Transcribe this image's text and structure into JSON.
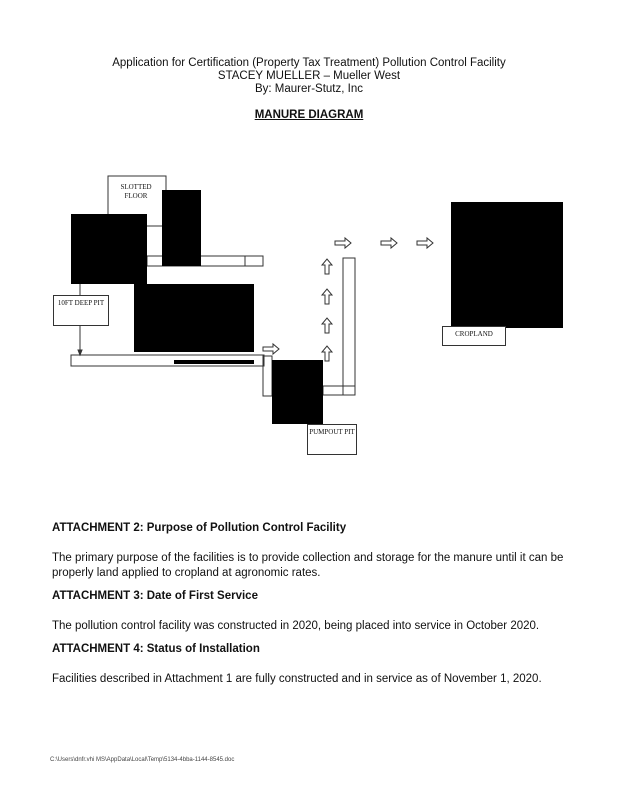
{
  "header": {
    "line1": "Application for Certification (Property Tax Treatment) Pollution Control Facility",
    "line2": "STACEY MUELLER – Mueller West",
    "line3": "By: Maurer-Stutz, Inc"
  },
  "diagram": {
    "title": "MANURE DIAGRAM",
    "labels": {
      "slotted_floor": "SLOTTED FLOOR",
      "deep_pit": "10FT DEEP PIT",
      "pumpout_pit": "PUMPOUT PIT",
      "cropland": "CROPLAND"
    }
  },
  "sections": [
    {
      "heading": "ATTACHMENT 2: Purpose of Pollution Control Facility",
      "body": "The primary purpose of the facilities is to provide collection and storage for the manure until it can be properly land applied to cropland at agronomic rates."
    },
    {
      "heading": "ATTACHMENT 3: Date of First Service",
      "body": "The pollution control facility was constructed in 2020, being placed into service in October 2020."
    },
    {
      "heading": "ATTACHMENT 4: Status of Installation",
      "body": "Facilities described in Attachment 1 are fully constructed and in service as of November 1, 2020."
    }
  ],
  "footer": "C:\\Users\\dnfr.vhi MS\\AppData\\Local\\Temp\\5134-4bba-1144-8545.doc"
}
